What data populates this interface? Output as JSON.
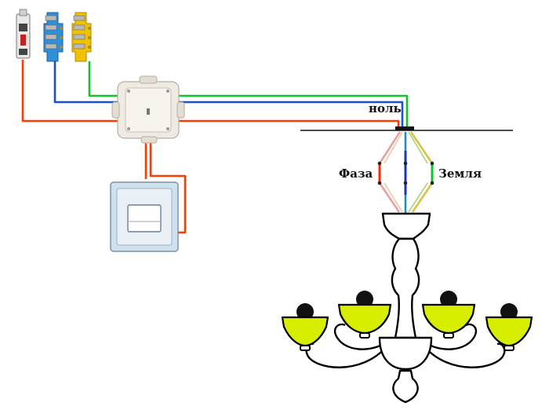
{
  "labels": {
    "neutral": "ноль",
    "phase": "Фаза",
    "ground": "Земля"
  },
  "colors": {
    "phase": "#ff3c00",
    "neutral": "#1a4fd6",
    "ground": "#12c12c",
    "shade": "#d7ee00",
    "breaker": "#e6e6e6",
    "neutral_bus": "#2f8fd8",
    "ground_bus": "#f2c200"
  },
  "components": {
    "breaker": "circuit-breaker",
    "neutral_bus": "neutral-busbar",
    "ground_bus": "ground-busbar",
    "junction_box": "junction-box",
    "switch": "light-switch",
    "fixture": "chandelier"
  }
}
